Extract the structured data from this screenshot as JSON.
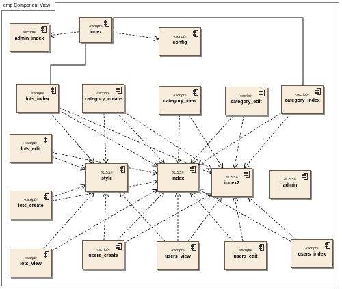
{
  "diagram": {
    "frame_label": "cmp Component View",
    "stereotypes": {
      "script": "«script»",
      "css": "«CSS»"
    },
    "nodes": {
      "admin_index": {
        "stereo": "«script»",
        "label": "admin_index"
      },
      "index_script": {
        "stereo": "«script»",
        "label": "index"
      },
      "config": {
        "stereo": "«script»",
        "label": "config"
      },
      "lots_index": {
        "stereo": "«script»",
        "label": "lots_index"
      },
      "category_create": {
        "stereo": "«script»",
        "label": "category_create"
      },
      "category_view": {
        "stereo": "«script»",
        "label": "category_view"
      },
      "category_edit": {
        "stereo": "«script»",
        "label": "category_edit"
      },
      "category_index": {
        "stereo": "«script»",
        "label": "category_index"
      },
      "lots_edit": {
        "stereo": "«script»",
        "label": "lots_edit"
      },
      "style_css": {
        "stereo": "«CSS»",
        "label": "style"
      },
      "index_css": {
        "stereo": "«CSS»",
        "label": "index"
      },
      "index2_css": {
        "stereo": "«CSS»",
        "label": "index2"
      },
      "admin_css": {
        "stereo": "«CSS»",
        "label": "admin"
      },
      "lots_create": {
        "stereo": "«script»",
        "label": "lots_create"
      },
      "lots_view": {
        "stereo": "«script»",
        "label": "lots_view"
      },
      "users_create": {
        "stereo": "«script»",
        "label": "users_create"
      },
      "users_view": {
        "stereo": "«script»",
        "label": "users_view"
      },
      "users_edit": {
        "stereo": "«script»",
        "label": "users_edit"
      },
      "users_index": {
        "stereo": "«script»",
        "label": "users_index"
      }
    },
    "dependencies": [
      [
        "index_script",
        "admin_index"
      ],
      [
        "index_script",
        "config"
      ],
      [
        "lots_index",
        "style_css"
      ],
      [
        "lots_index",
        "index_css"
      ],
      [
        "lots_index",
        "index2_css"
      ],
      [
        "category_create",
        "style_css"
      ],
      [
        "category_create",
        "index_css"
      ],
      [
        "category_create",
        "index2_css"
      ],
      [
        "category_view",
        "index_css"
      ],
      [
        "category_view",
        "index2_css"
      ],
      [
        "category_edit",
        "index_css"
      ],
      [
        "category_edit",
        "index2_css"
      ],
      [
        "category_index",
        "index_css"
      ],
      [
        "category_index",
        "index2_css"
      ],
      [
        "lots_edit",
        "style_css"
      ],
      [
        "lots_edit",
        "index_css"
      ],
      [
        "lots_create",
        "style_css"
      ],
      [
        "lots_create",
        "index_css"
      ],
      [
        "lots_view",
        "style_css"
      ],
      [
        "lots_view",
        "index_css"
      ],
      [
        "users_create",
        "style_css"
      ],
      [
        "users_create",
        "index_css"
      ],
      [
        "users_create",
        "index2_css"
      ],
      [
        "users_view",
        "style_css"
      ],
      [
        "users_view",
        "index_css"
      ],
      [
        "users_view",
        "index2_css"
      ],
      [
        "users_edit",
        "index_css"
      ],
      [
        "users_edit",
        "index2_css"
      ],
      [
        "users_index",
        "index_css"
      ],
      [
        "users_index",
        "index2_css"
      ]
    ],
    "associations": [
      [
        "index_script",
        "lots_index"
      ],
      [
        "index_script",
        "category_index"
      ]
    ]
  }
}
